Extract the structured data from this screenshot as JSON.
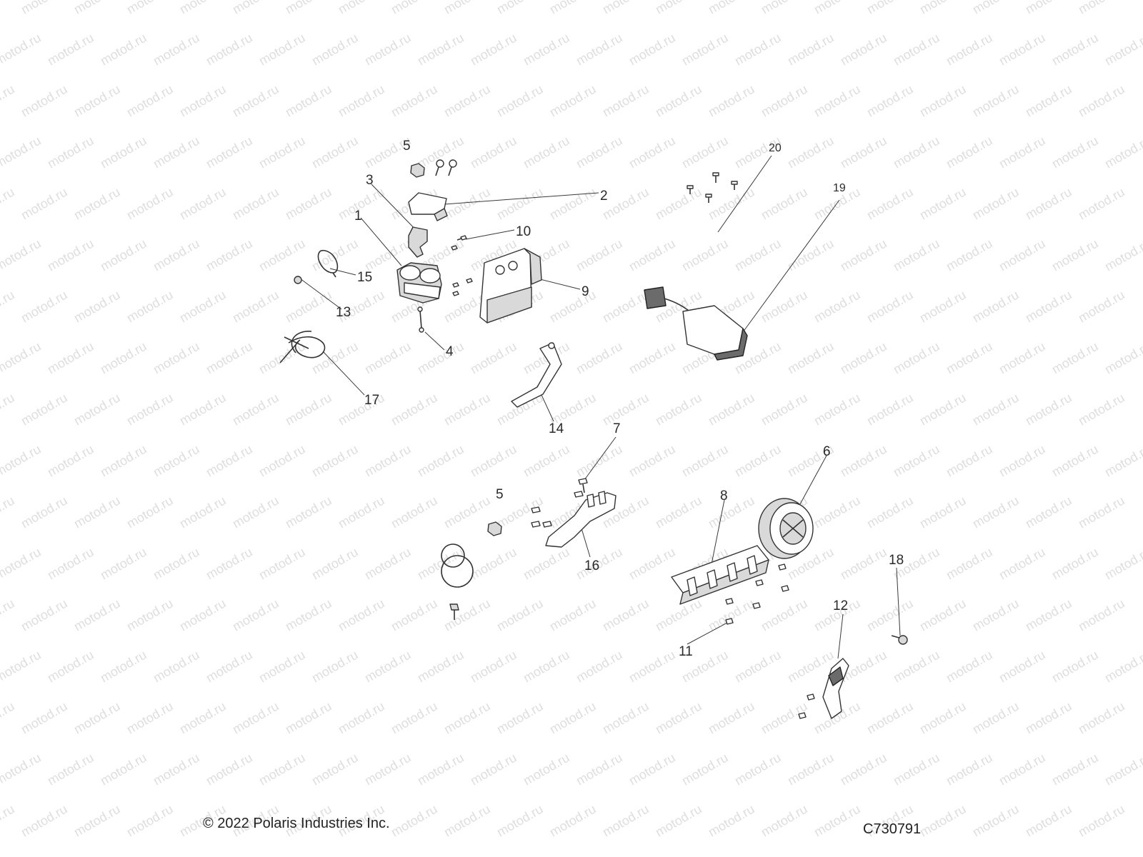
{
  "watermark": "motod.ru",
  "callouts": [
    {
      "id": "1",
      "label": "1"
    },
    {
      "id": "2",
      "label": "2"
    },
    {
      "id": "3",
      "label": "3"
    },
    {
      "id": "4",
      "label": "4"
    },
    {
      "id": "5a",
      "label": "5"
    },
    {
      "id": "5b",
      "label": "5"
    },
    {
      "id": "6",
      "label": "6"
    },
    {
      "id": "7",
      "label": "7"
    },
    {
      "id": "8",
      "label": "8"
    },
    {
      "id": "9",
      "label": "9"
    },
    {
      "id": "10",
      "label": "10"
    },
    {
      "id": "11",
      "label": "11"
    },
    {
      "id": "12",
      "label": "12"
    },
    {
      "id": "13",
      "label": "13"
    },
    {
      "id": "14",
      "label": "14"
    },
    {
      "id": "15",
      "label": "15"
    },
    {
      "id": "16",
      "label": "16"
    },
    {
      "id": "17",
      "label": "17"
    },
    {
      "id": "18",
      "label": "18"
    },
    {
      "id": "19",
      "label": "19"
    },
    {
      "id": "20",
      "label": "20"
    }
  ],
  "footer": {
    "copyright": "© 2022 Polaris Industries Inc.",
    "diagram_code": "C730791"
  }
}
